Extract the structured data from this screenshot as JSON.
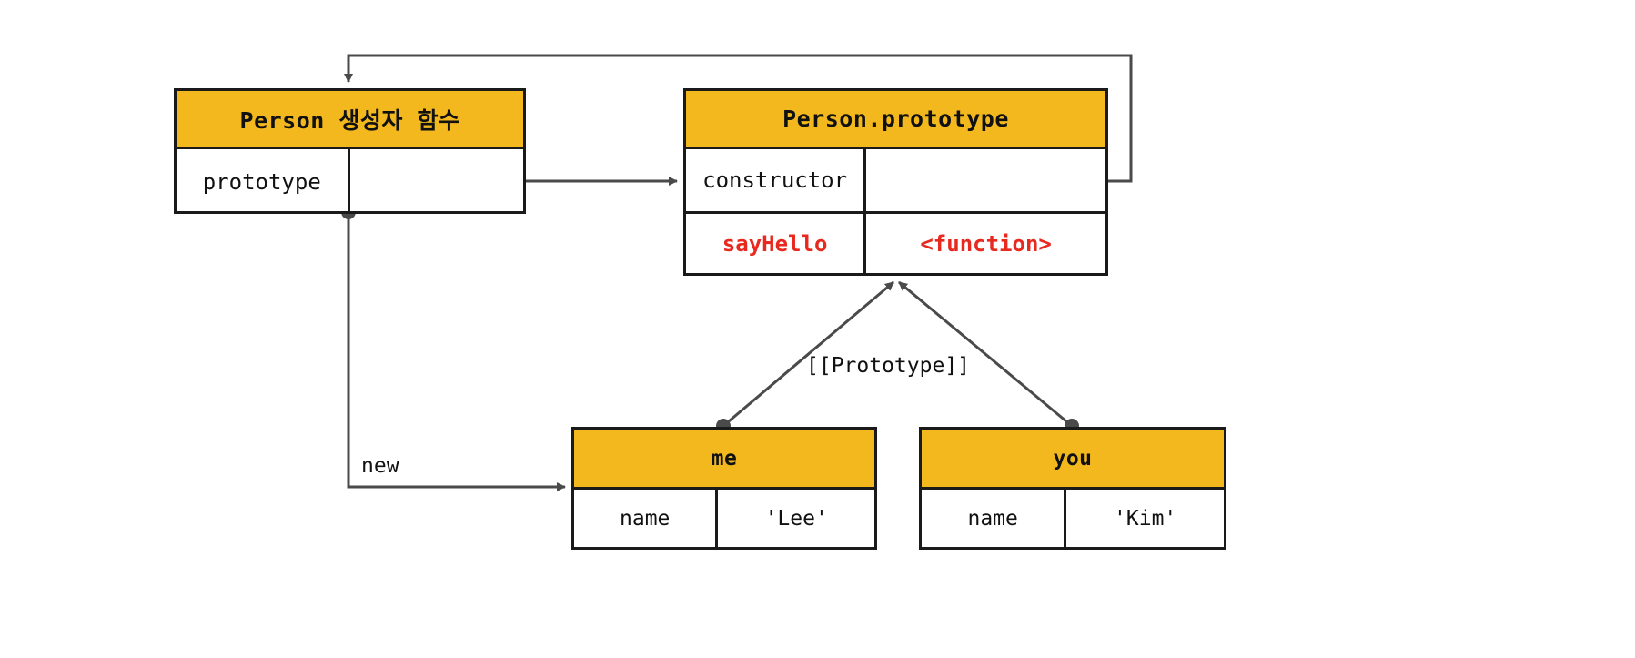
{
  "diagram": {
    "title": "JavaScript prototype chain diagram",
    "colors": {
      "header_fill": "#F2B81D",
      "border": "#1A1A1A",
      "wire": "#4A4A4A",
      "accent_red": "#E8291F",
      "background": "#FFFFFF"
    }
  },
  "nodes": {
    "person_constructor": {
      "title": "Person 생성자 함수",
      "rows": [
        {
          "key": "prototype",
          "value": ""
        }
      ]
    },
    "person_prototype": {
      "title": "Person.prototype",
      "rows": [
        {
          "key": "constructor",
          "value": ""
        },
        {
          "key": "sayHello",
          "value": "<function>"
        }
      ]
    },
    "me_object": {
      "title": "me",
      "rows": [
        {
          "key": "name",
          "value": "'Lee'"
        }
      ]
    },
    "you_object": {
      "title": "you",
      "rows": [
        {
          "key": "name",
          "value": "'Kim'"
        }
      ]
    }
  },
  "edge_labels": {
    "prototype_link": "[[Prototype]]",
    "new_operator": "new"
  }
}
